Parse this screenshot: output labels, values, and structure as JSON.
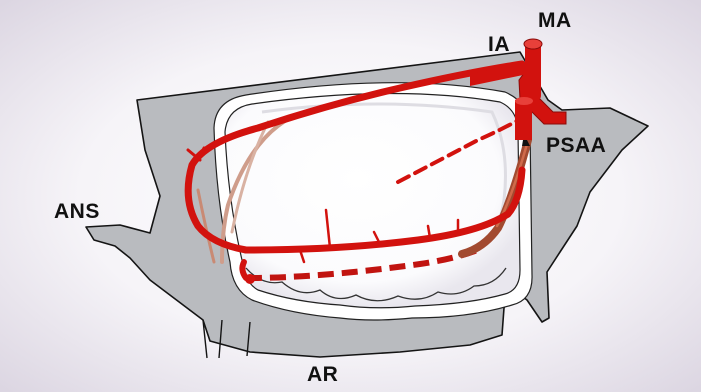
{
  "labels": {
    "ma": "MA",
    "ia": "IA",
    "psaa": "PSAA",
    "ans": "ANS",
    "ar": "AR"
  },
  "colors": {
    "bone": "#b9bbbf",
    "bone_edge": "#141414",
    "sinus": "#ffffff",
    "artery": "#d2120e",
    "artery_light": "#c98a74",
    "artery_brown": "#a24a30",
    "backdrop": "#e6e2ea"
  }
}
